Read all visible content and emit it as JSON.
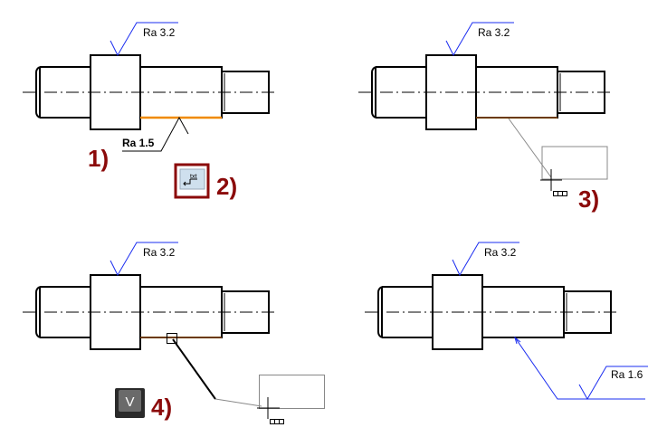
{
  "panels": [
    {
      "step": "1)",
      "top_label": "Ra 3.2",
      "bottom_label": "Ra 1.5",
      "tool_icon": "text-leader-icon",
      "tool_text": "txt",
      "tool_step": "2)"
    },
    {
      "step": "3)",
      "top_label": "Ra 3.2"
    },
    {
      "top_label": "Ra 3.2",
      "key": "V",
      "key_step": "4)"
    },
    {
      "top_label": "Ra 3.2",
      "bottom_label": "Ra 1.6"
    }
  ],
  "colors": {
    "accent": "#8b0a0a",
    "leader": "#1a2cf0",
    "highlight": "#f08a00",
    "selected": "#6b3a00"
  }
}
